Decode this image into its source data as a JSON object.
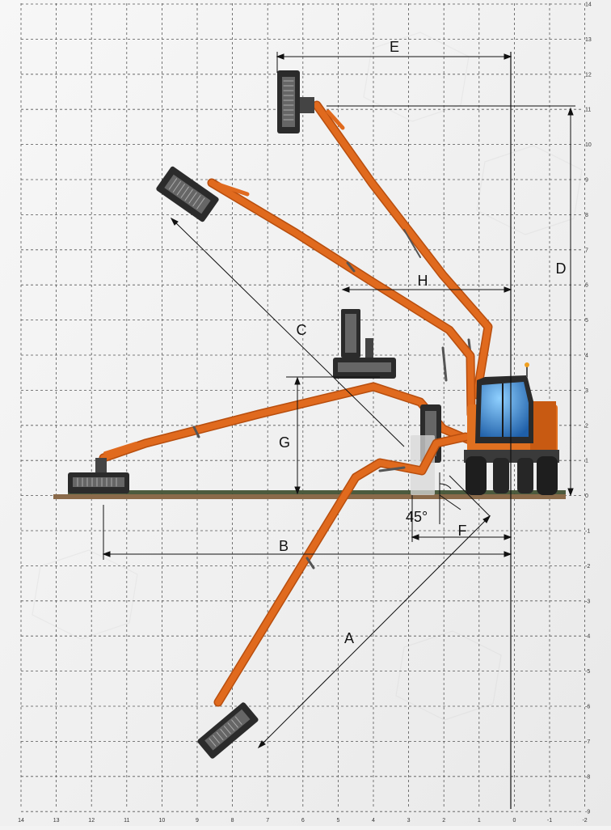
{
  "diagram": {
    "dimension_labels": {
      "A": "A",
      "B": "B",
      "C": "C",
      "D": "D",
      "E": "E",
      "F": "F",
      "G": "G",
      "H": "H"
    },
    "angle_label": "45°",
    "x_ticks": [
      "14",
      "13",
      "12",
      "11",
      "10",
      "9",
      "8",
      "7",
      "6",
      "5",
      "4",
      "3",
      "2",
      "1",
      "0",
      "-1",
      "-2"
    ],
    "y_ticks": [
      "14",
      "13",
      "12",
      "11",
      "10",
      "9",
      "8",
      "7",
      "6",
      "5",
      "4",
      "3",
      "2",
      "1",
      "0",
      "-1",
      "-2",
      "-3",
      "-4",
      "-5",
      "-6",
      "-7",
      "-8",
      "-9"
    ],
    "colors": {
      "boom": "#e06a1e",
      "boom_dark": "#b84e0e",
      "grid": "#555555",
      "ground": "#8a6a4a",
      "grass": "#3a4a2a",
      "machine_body": "#e07020",
      "cab_glass": "#3a8fd8",
      "tire": "#1e1e1e",
      "head": "#333333"
    }
  }
}
